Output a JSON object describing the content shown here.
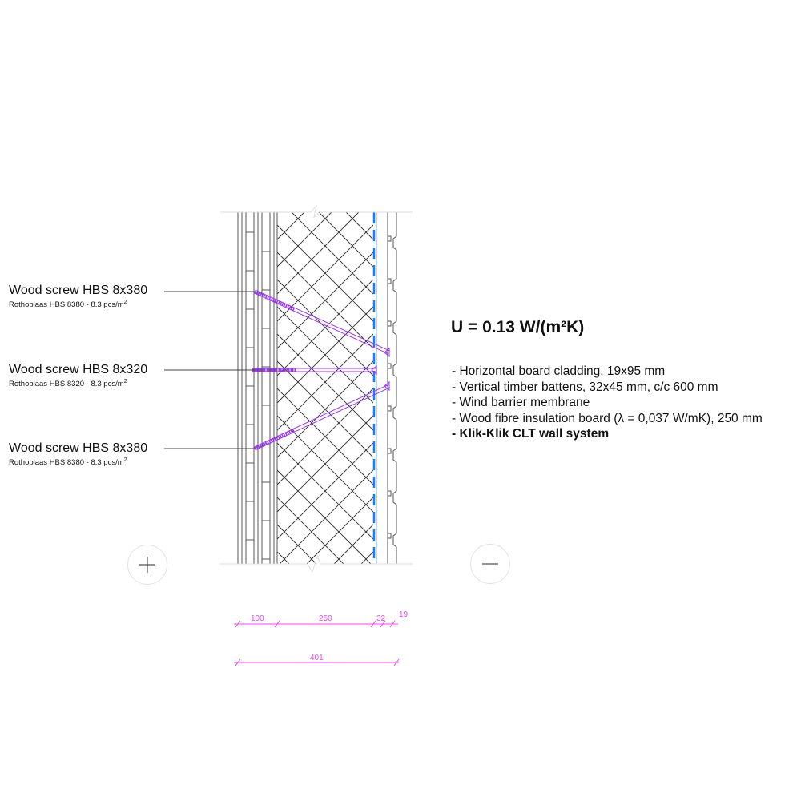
{
  "screws": [
    {
      "title": "Wood screw HBS 8x380",
      "subtitle": "Rothoblaas HBS 8380 - 8.3 pcs/m",
      "sup": "2"
    },
    {
      "title": "Wood screw HBS 8x320",
      "subtitle": "Rothoblaas HBS 8320 - 8.3 pcs/m",
      "sup": "2"
    },
    {
      "title": "Wood screw HBS 8x380",
      "subtitle": "Rothoblaas HBS 8380 - 8.3 pcs/m",
      "sup": "2"
    }
  ],
  "u_value": "U = 0.13 W/(m²K)",
  "layers": [
    "- Horizontal board cladding, 19x95 mm",
    "- Vertical timber battens, 32x45 mm, c/c 600 mm",
    "- Wind barrier membrane",
    "- Wood fibre insulation board (λ = 0,037 W/mK), 250 mm"
  ],
  "layer_bold": "- Klik-Klik CLT wall system",
  "dimensions": {
    "d1": "100",
    "d2": "250",
    "d3": "32",
    "d4": "19",
    "total": "401"
  },
  "colors": {
    "screw": "#9933ff",
    "membrane": "#1a7cff",
    "dimension": "#ee44ee"
  },
  "controls": {
    "zoom_in": "plus-icon",
    "zoom_out": "minus-icon"
  }
}
